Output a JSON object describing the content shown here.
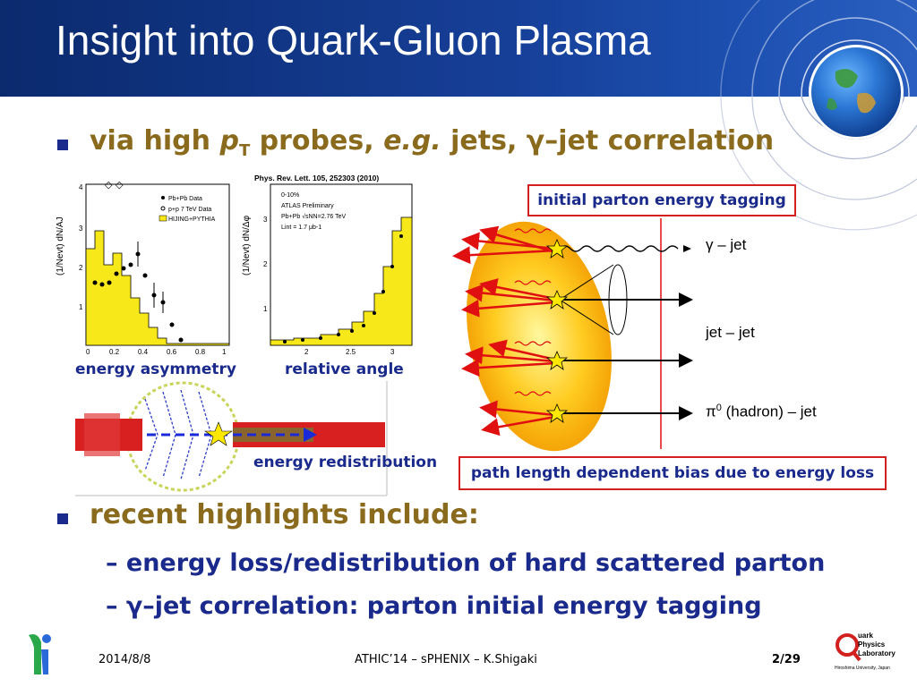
{
  "slide": {
    "title": "Insight into Quark-Gluon Plasma",
    "bullet1": {
      "prefix": "via high ",
      "pt": "p",
      "pt_sub": "T",
      "mid": " probes, ",
      "eg": "e.g.",
      "suffix": " jets, γ–jet correlation"
    },
    "bullet2": "recent highlights include:",
    "subbullets": [
      "–  energy loss/redistribution of hard scattered parton",
      "–  γ–jet correlation: parton initial energy tagging"
    ]
  },
  "plot_labels": {
    "energy_asymmetry": "energy asymmetry",
    "relative_angle": "relative angle",
    "energy_redistribution": "energy redistribution"
  },
  "left_plot": {
    "ylabel": "(1/Nevt) dN/AJ",
    "legend": [
      "Pb+Pb Data",
      "p+p 7 TeV Data",
      "HIJING+PYTHIA"
    ],
    "xticks": [
      "0",
      "0.2",
      "0.4",
      "0.6",
      "0.8",
      "1"
    ],
    "yticks": [
      "1",
      "2",
      "3",
      "4"
    ]
  },
  "right_plot": {
    "reference": "Phys. Rev. Lett. 105, 252303 (2010)",
    "ylabel": "(1/Nevt) dN/Δφ",
    "notes": [
      "0-10%",
      "ATLAS Preliminary",
      "Pb+Pb √sNN=2.76 TeV",
      "Lint = 1.7 μb-1"
    ],
    "xticks": [
      "2",
      "2.5",
      "3"
    ],
    "yticks": [
      "1",
      "2",
      "3"
    ]
  },
  "diagram": {
    "top_box": "initial parton energy tagging",
    "bottom_box": "path length dependent bias due to energy loss",
    "labels": [
      "γ – jet",
      "jet – jet",
      "(hadron) – jet"
    ],
    "pi0": "π",
    "pi0_sup": "0"
  },
  "footer": {
    "date": "2014/8/8",
    "center": "ATHIC’14 – sPHENIX – K.Shigaki",
    "page": "2/29"
  },
  "logo_text": [
    "uark",
    "Physics",
    "Laboratory",
    "Hiroshima University, Japan"
  ],
  "colors": {
    "header": "#163f97",
    "bullet_text": "#8a6a1c",
    "sub_text": "#1a2a8c",
    "box_border": "#d2201e",
    "plasma": "#f5b100"
  }
}
